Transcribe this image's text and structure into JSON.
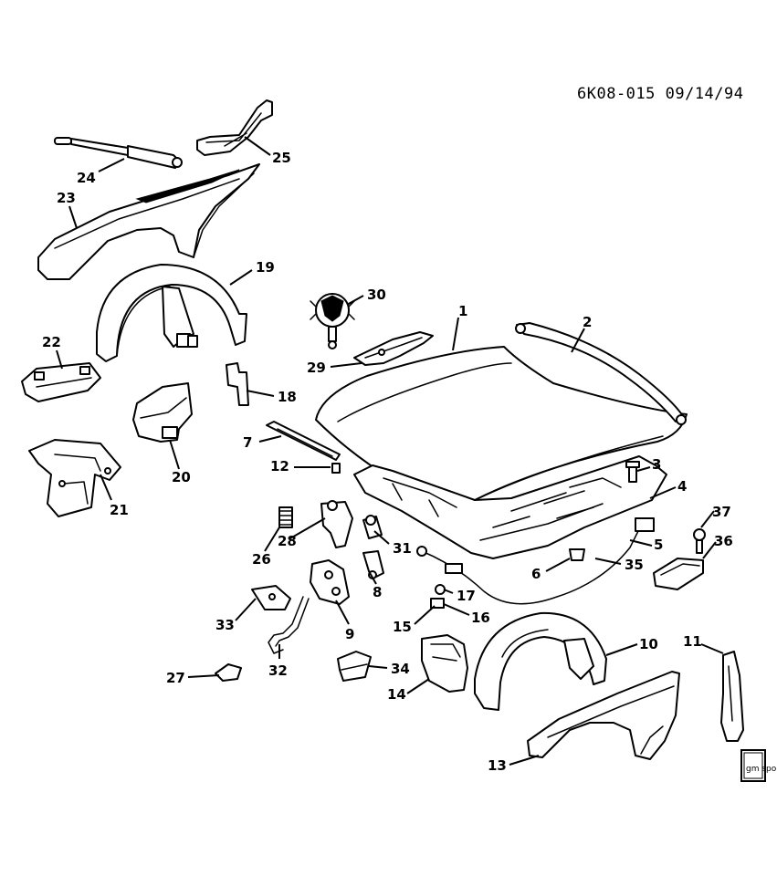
{
  "ref_code": "6K08-015 09/14/94",
  "logo": "gm spo",
  "callouts": [
    "1",
    "2",
    "3",
    "4",
    "5",
    "6",
    "7",
    "8",
    "9",
    "10",
    "11",
    "12",
    "13",
    "14",
    "15",
    "16",
    "17",
    "18",
    "19",
    "20",
    "21",
    "22",
    "23",
    "24",
    "25",
    "26",
    "27",
    "28",
    "29",
    "30",
    "31",
    "32",
    "33",
    "34",
    "35",
    "36",
    "37"
  ],
  "colors": {
    "ink": "#000000",
    "paper": "#ffffff"
  }
}
